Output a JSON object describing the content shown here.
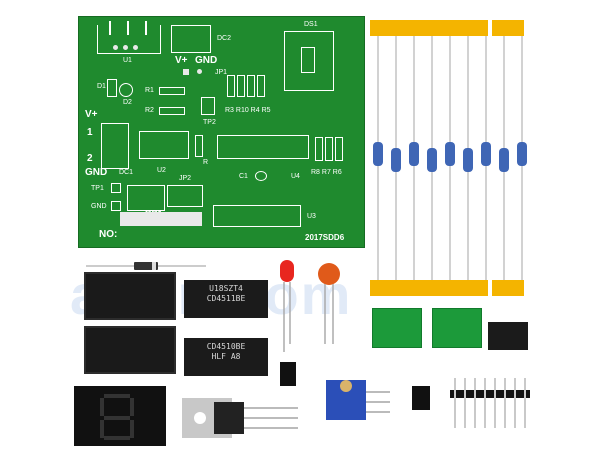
{
  "pcb": {
    "labels": {
      "ds1": "DS1",
      "dc2": "DC2",
      "u1": "U1",
      "vplus_top": "V+",
      "gnd_top": "GND",
      "jp1": "JP1",
      "d1": "D1",
      "d2": "D2",
      "r1": "R1",
      "r2": "R2",
      "tp2": "TP2",
      "r3_r5": "R3 R10 R4 R5",
      "vplus_left": "V+",
      "one": "1",
      "two": "2",
      "gnd_left": "GND",
      "dc1": "DC1",
      "u2": "U2",
      "r_mid": "R",
      "c1": "C1",
      "u4": "U4",
      "r8_r6": "R8 R7 R6",
      "tp1": "TP1",
      "gnd_small": "GND",
      "jp2": "JP2",
      "rp1": "RP1",
      "u3": "U3",
      "no": "NO:",
      "board_id": "2017SDD6"
    }
  },
  "chips": {
    "chip1_line1": "U18SZT4",
    "chip1_line2": "CD4511BE",
    "chip2_line1": "CD4510BE",
    "chip2_line2": "HLF A8"
  },
  "watermark": "ation.com",
  "colors": {
    "pcb_green": "#1f8a2e",
    "tape_yellow": "#f4b400",
    "terminal_green": "#1c9a3a",
    "led_red": "#e8261f",
    "capacitor_orange": "#e05a1a",
    "trimpot_blue": "#2b4fb8"
  }
}
